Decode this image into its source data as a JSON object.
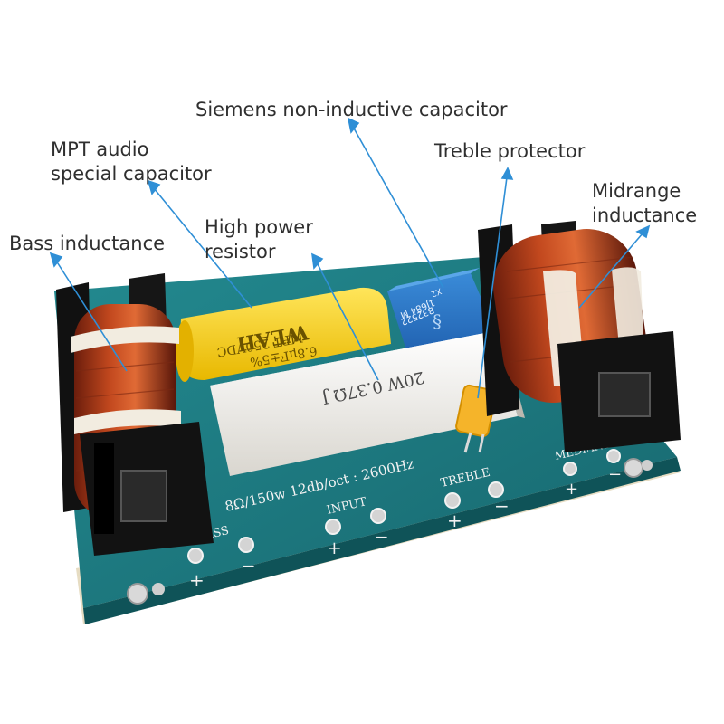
{
  "callouts": {
    "bass_inductance": {
      "line1": "Bass inductance",
      "color": "#2f8fd6"
    },
    "mpt_capacitor": {
      "line1": "MPT audio",
      "line2": "special capacitor",
      "color": "#2f8fd6"
    },
    "high_power_resistor": {
      "line1": "High power",
      "line2": "resistor",
      "color": "#2f8fd6"
    },
    "siemens_capacitor": {
      "line1": "Siemens non-inductive capacitor",
      "color": "#2f8fd6"
    },
    "treble_protector": {
      "line1": "Treble protector",
      "color": "#2f8fd6"
    },
    "midrange_inductance": {
      "line1": "Midrange",
      "line2": "inductance",
      "color": "#2f8fd6"
    }
  },
  "board": {
    "spec_text": "8Ω/150w 12db/oct : 2600Hz",
    "bass_label": "BASS",
    "input_label": "INPUT",
    "treble_label": "TREBLE",
    "mediant_label": "MEDIANT",
    "plus_sign": "+",
    "minus_sign": "−",
    "pcb_color": "#1e7f86"
  },
  "components": {
    "mpt_capacitor_brand": "WEAH",
    "mpt_capacitor_rating": "MPT 250VDC",
    "mpt_capacitor_value": "6.8μF±5%",
    "resistor_marking": "20W 0.37Ω J",
    "siemens_capacitor_code": "B32522",
    "siemens_capacitor_value": "1J684 M",
    "siemens_capacitor_grade": "X2"
  }
}
